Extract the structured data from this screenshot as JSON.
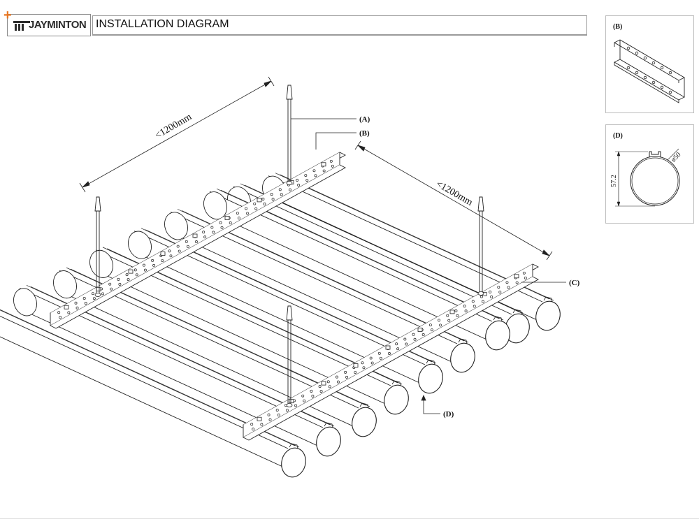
{
  "header": {
    "logo_text": "JAYMINTON",
    "logo_plus": "+",
    "title": "INSTALLATION DIAGRAM"
  },
  "main_diagram": {
    "dimension_top": "<1200mm",
    "dimension_right": "<1200mm",
    "callouts": {
      "a": "(A)",
      "b": "(B)",
      "c": "(C)",
      "d": "(D)"
    }
  },
  "detail_b": {
    "label": "(B)"
  },
  "detail_d": {
    "label": "(D)",
    "height_dim": "57.2",
    "diameter_dim": "ø50"
  },
  "colors": {
    "accent": "#e87722",
    "line": "#222222",
    "logo": "#2b2b2b"
  }
}
